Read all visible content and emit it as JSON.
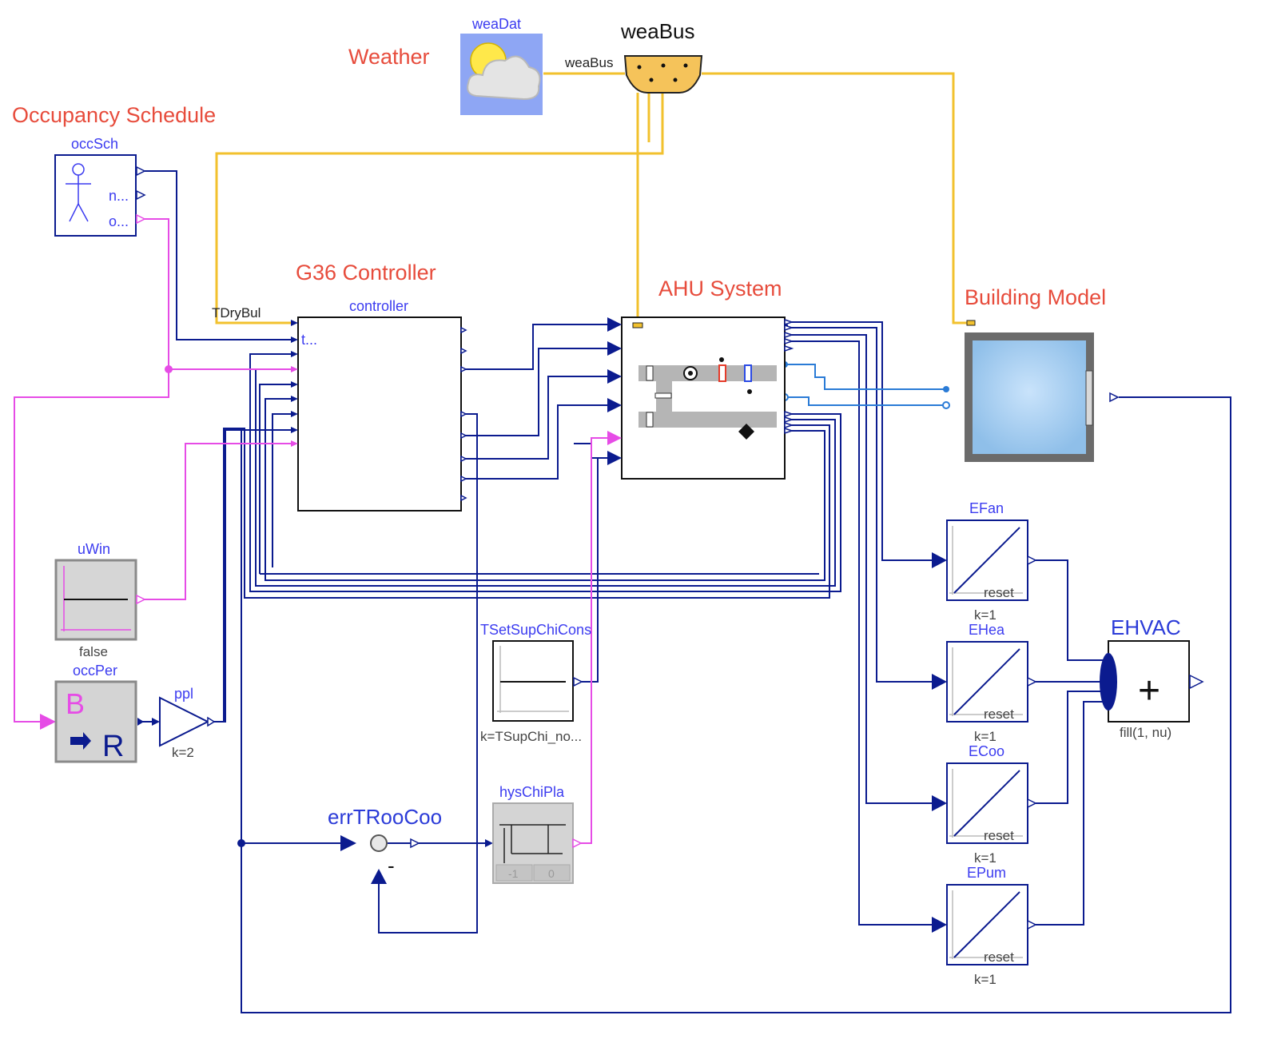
{
  "annotations": {
    "weather": "Weather",
    "occupancy": "Occupancy Schedule",
    "controller": "G36 Controller",
    "ahu": "AHU System",
    "building": "Building Model"
  },
  "blocks": {
    "weaDat": {
      "name": "weaDat",
      "port": "p"
    },
    "weaBus": {
      "name": "weaBus",
      "port_label": "weaBus"
    },
    "occSch": {
      "name": "occSch",
      "out_n": "n...",
      "out_o": "o..."
    },
    "controller": {
      "name": "controller",
      "in_tdry": "TDryBul",
      "in_t": "t..."
    },
    "uWin": {
      "name": "uWin",
      "param": "false"
    },
    "occPer": {
      "name": "occPer",
      "letter_b": "B",
      "letter_r": "R"
    },
    "ppl": {
      "name": "ppl",
      "param": "k=2"
    },
    "TSetSupChiCons": {
      "name": "TSetSupChiCons",
      "param": "k=TSupChi_no..."
    },
    "errTRooCoo": {
      "name": "errTRooCoo",
      "minus": "-"
    },
    "hysChiPla": {
      "name": "hysChiPla",
      "btn_left": "-1",
      "btn_right": "0"
    },
    "EFan": {
      "name": "EFan",
      "reset": "reset",
      "param": "k=1"
    },
    "EHea": {
      "name": "EHea",
      "reset": "reset",
      "param": "k=1"
    },
    "ECoo": {
      "name": "ECoo",
      "reset": "reset",
      "param": "k=1"
    },
    "EPum": {
      "name": "EPum",
      "reset": "reset",
      "param": "k=1"
    },
    "EHVAC": {
      "name": "EHVAC",
      "symbol": "+",
      "param": "fill(1, nu)"
    }
  },
  "colors": {
    "signal_wire": "#0b1b8f",
    "boolean_wire": "#e64ce6",
    "bus_wire": "#f2c12e",
    "fluid_wire": "#2a7bd6",
    "annotation": "#e74c3c",
    "block_name": "#3c3cf0"
  }
}
